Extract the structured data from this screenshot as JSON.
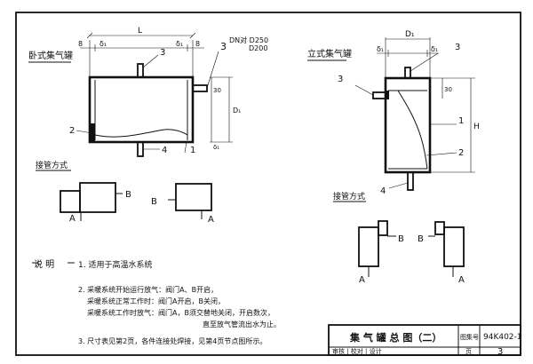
{
  "horizontal_tank": {
    "title": "卧式集气罐",
    "dim_L": "L",
    "dim_delta1_a": "δ₁",
    "dim_delta1_b": "δ₁",
    "dim_delta1_c": "δ₁",
    "dim_D1": "D₁",
    "dim_30": "30",
    "dim_d": "8",
    "callout_3": "3",
    "callout_2": "2",
    "callout_4": "4",
    "callout_1": "1",
    "dn_label_1": "DN对 D250",
    "dn_label_2": "D200"
  },
  "vertical_tank": {
    "title": "立式集气罐",
    "dim_D1": "D₁",
    "dim_delta1_a": "δ₁",
    "dim_delta1_b": "δ₁",
    "dim_H": "H",
    "dim_30": "30",
    "callout_3a": "3",
    "callout_3b": "3",
    "callout_1": "1",
    "callout_2": "2",
    "callout_4": "4"
  },
  "connection_left": {
    "title": "接管方式",
    "label_A1": "A",
    "label_B1": "B",
    "label_A2": "A",
    "label_B2": "B"
  },
  "connection_right": {
    "title": "接管方式",
    "label_A1": "A",
    "label_B1": "B",
    "label_A2": "A",
    "label_B2": "B"
  },
  "notes": {
    "heading": "说 明",
    "item1": "1. 适用于高温水系统",
    "item2a": "2. 采暖系统开始运行放气：阀门A、B开启，",
    "item2b": "采暖系统正常工作时：阀门A开启，B关闭，",
    "item2c": "采暖系统工作时放气：阀门A，B须交替地关闭，开启数次，",
    "item2d": "直至放气管流出水为止。",
    "item3": "3. 尺寸表见第2页，各件连接处焊接，见第4页节点图所示。"
  },
  "title_block": {
    "drawing_title": "集 气 罐 总 图（二）",
    "atlas_label": "图集号",
    "atlas_number": "94K402-1",
    "review_row": "审核 | 校对 | 设计",
    "page_label": "页",
    "page_number": "3"
  }
}
